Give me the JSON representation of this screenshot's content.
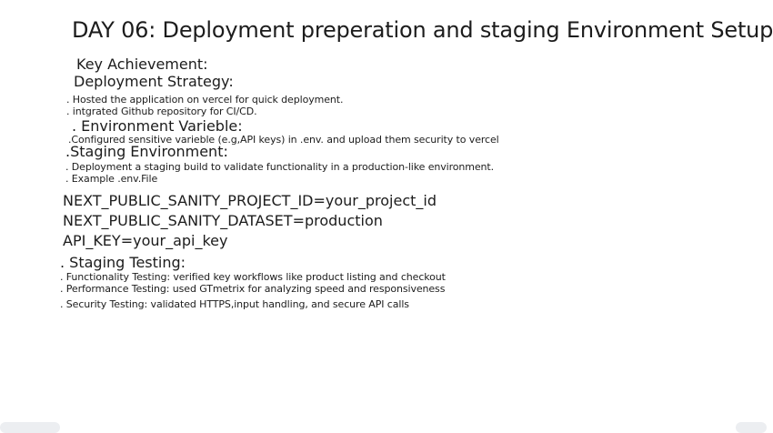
{
  "title": "DAY 06: Deployment preperation and staging Environment Setup",
  "title_colon": ":",
  "key_achievement": "Key Achievement:",
  "deployment_strategy": {
    "heading": "Deployment Strategy:",
    "lines": [
      ". Hosted the application on vercel for quick deployment.",
      ". intgrated Github repository for CI/CD."
    ]
  },
  "environment_variable": {
    "heading": ". Environment Varieble:",
    "lines": [
      ".Configured sensitive varieble (e.g,API keys) in .env. and upload them security to vercel"
    ]
  },
  "staging_environment": {
    "heading": ".Staging Environment:",
    "lines": [
      ". Deployment a staging build to validate functionality in a production-like environment.",
      ". Example .env.File"
    ]
  },
  "env_example": [
    "NEXT_PUBLIC_SANITY_PROJECT_ID=your_project_id",
    "NEXT_PUBLIC_SANITY_DATASET=production",
    "API_KEY=your_api_key"
  ],
  "staging_testing": {
    "heading": ". Staging Testing:",
    "lines": [
      ". Functionality Testing: verified key workflows like product listing and checkout",
      ". Performance Testing:  used GTmetrix for analyzing speed and responsiveness",
      ". Security Testing: validated HTTPS,input handling, and secure API calls"
    ]
  }
}
